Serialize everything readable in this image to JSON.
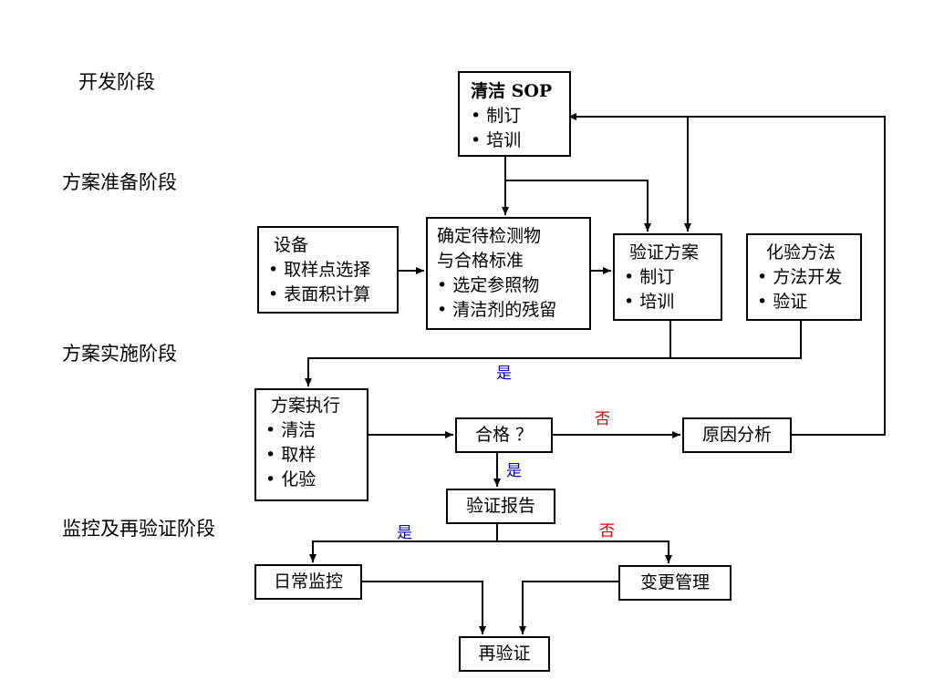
{
  "phases": {
    "dev": "开发阶段",
    "prep": "方案准备阶段",
    "impl": "方案实施阶段",
    "monitor": "监控及再验证阶段"
  },
  "boxes": {
    "sop": {
      "title": "清洁 SOP",
      "items": [
        "制订",
        "培训"
      ]
    },
    "equipment": {
      "title": "设备",
      "items": [
        "取样点选择",
        "表面积计算"
      ]
    },
    "determine": {
      "title_line1": "确定待检测物",
      "title_line2": "与合格标准",
      "items": [
        "选定参照物",
        "清洁剂的残留"
      ]
    },
    "protocol": {
      "title": "验证方案",
      "items": [
        "制订",
        "培训"
      ]
    },
    "assay": {
      "title": "化验方法",
      "items": [
        "方法开发",
        "验证"
      ]
    },
    "execute": {
      "title": "方案执行",
      "items": [
        "清洁",
        "取样",
        "化验"
      ]
    },
    "qualified": {
      "title": "合格 ？"
    },
    "cause": {
      "title": "原因分析"
    },
    "report": {
      "title": "验证报告"
    },
    "routine": {
      "title": "日常监控"
    },
    "change": {
      "title": "变更管理"
    },
    "revalidate": {
      "title": "再验证"
    }
  },
  "edge_labels": {
    "yes_top": "是",
    "no_cause": "否",
    "yes_report": "是",
    "yes_routine": "是",
    "no_change": "否"
  },
  "colors": {
    "yes": "#0000cc",
    "no": "#e00000",
    "line": "#000000"
  }
}
